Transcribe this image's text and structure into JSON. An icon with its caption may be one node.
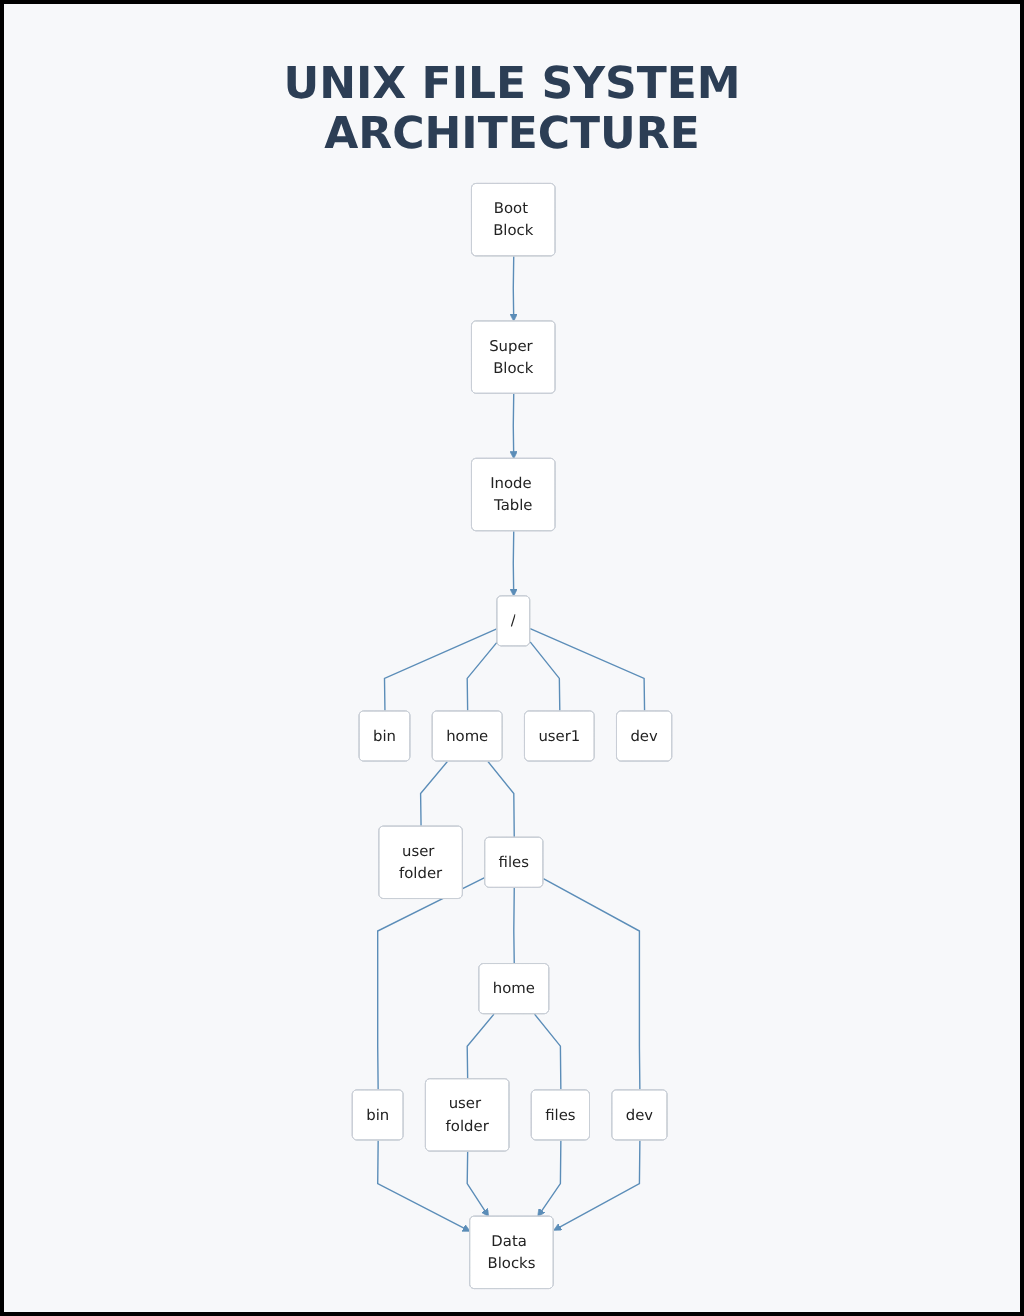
{
  "diagram": {
    "title": "UNIX FILE SYSTEM ARCHITECTURE",
    "nodes": [
      {
        "text": [
          "Boot Block"
        ]
      },
      {
        "text": [
          "Super Block"
        ]
      },
      {
        "text": [
          "Inode Table"
        ]
      },
      {
        "text": [
          "/"
        ]
      },
      {
        "text": [
          "bin"
        ]
      },
      {
        "text": [
          "home"
        ]
      },
      {
        "text": [
          "user1"
        ]
      },
      {
        "text": [
          "dev"
        ]
      },
      {
        "text": [
          "user folder"
        ]
      },
      {
        "text": [
          "files"
        ]
      },
      {
        "text": [
          "bin"
        ]
      },
      {
        "text": [
          "home"
        ]
      },
      {
        "text": [
          "dev"
        ]
      },
      {
        "text": [
          "user folder"
        ]
      },
      {
        "text": [
          "files"
        ]
      },
      {
        "text": [
          "Data Blocks"
        ]
      }
    ],
    "edges": [
      {
        "from": 0,
        "to": 1,
        "arrow": "to"
      },
      {
        "from": 1,
        "to": 2,
        "arrow": "to"
      },
      {
        "from": 2,
        "to": 3,
        "arrow": "to"
      },
      {
        "from": 3,
        "to": 4,
        "arrow": "none"
      },
      {
        "from": 3,
        "to": 5,
        "arrow": "none"
      },
      {
        "from": 3,
        "to": 6,
        "arrow": "none"
      },
      {
        "from": 3,
        "to": 7,
        "arrow": "none"
      },
      {
        "from": 5,
        "to": 8,
        "arrow": "none"
      },
      {
        "from": 5,
        "to": 9,
        "arrow": "none"
      },
      {
        "from": 9,
        "to": 10,
        "arrow": "none"
      },
      {
        "from": 9,
        "to": 11,
        "arrow": "none"
      },
      {
        "from": 9,
        "to": 12,
        "arrow": "none"
      },
      {
        "from": 11,
        "to": 13,
        "arrow": "none"
      },
      {
        "from": 11,
        "to": 14,
        "arrow": "none"
      },
      {
        "from": 10,
        "to": 15,
        "arrow": "to"
      },
      {
        "from": 13,
        "to": 15,
        "arrow": "to"
      },
      {
        "from": 14,
        "to": 15,
        "arrow": "to"
      },
      {
        "from": 12,
        "to": 15,
        "arrow": "to"
      }
    ]
  }
}
